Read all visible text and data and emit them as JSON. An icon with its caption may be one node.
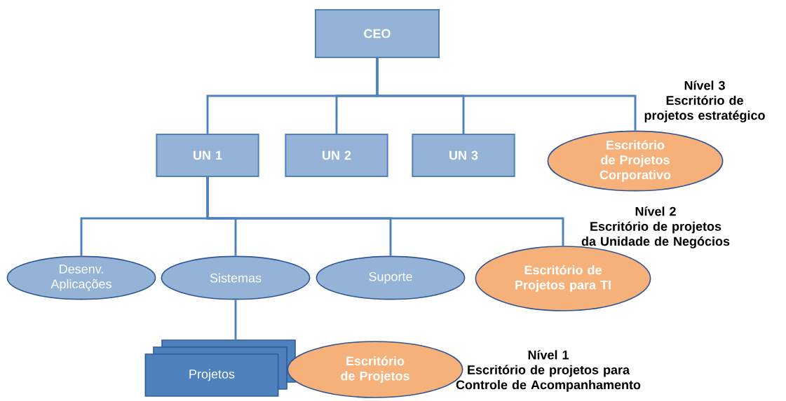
{
  "diagram": {
    "nodes": [
      {
        "text": [
          "CEO"
        ]
      },
      {
        "text": [
          "UN 1"
        ]
      },
      {
        "text": [
          "UN 2"
        ]
      },
      {
        "text": [
          "UN 3"
        ]
      },
      {
        "text": [
          "Escritório de Projetos Corporativo"
        ],
        "beside": [
          "Nível 3",
          "Escritório de projetos estratégico"
        ]
      },
      {
        "text": [
          "Desenv. Aplicações"
        ]
      },
      {
        "text": [
          "Sistemas"
        ]
      },
      {
        "text": [
          "Suporte"
        ]
      },
      {
        "text": [
          "Escritório de Projetos para TI"
        ],
        "beside": [
          "Nível 2",
          "Escritório de projetos da Unidade de Negócios"
        ]
      },
      {
        "text": [
          "Projetos"
        ]
      },
      {
        "text": [
          "Escritório de Projetos"
        ],
        "beside": [
          "Nível 1",
          "Escritório de projetos para Controle de Acompanhamento"
        ]
      }
    ],
    "edges": [
      {
        "from": 0,
        "to": 1,
        "arrow": "none"
      },
      {
        "from": 0,
        "to": 2,
        "arrow": "none"
      },
      {
        "from": 0,
        "to": 3,
        "arrow": "none"
      },
      {
        "from": 0,
        "to": 4,
        "arrow": "none"
      },
      {
        "from": 1,
        "to": 5,
        "arrow": "none"
      },
      {
        "from": 1,
        "to": 6,
        "arrow": "none"
      },
      {
        "from": 1,
        "to": 7,
        "arrow": "none"
      },
      {
        "from": 1,
        "to": 8,
        "arrow": "none"
      },
      {
        "from": 6,
        "to": 9,
        "arrow": "none"
      }
    ]
  }
}
